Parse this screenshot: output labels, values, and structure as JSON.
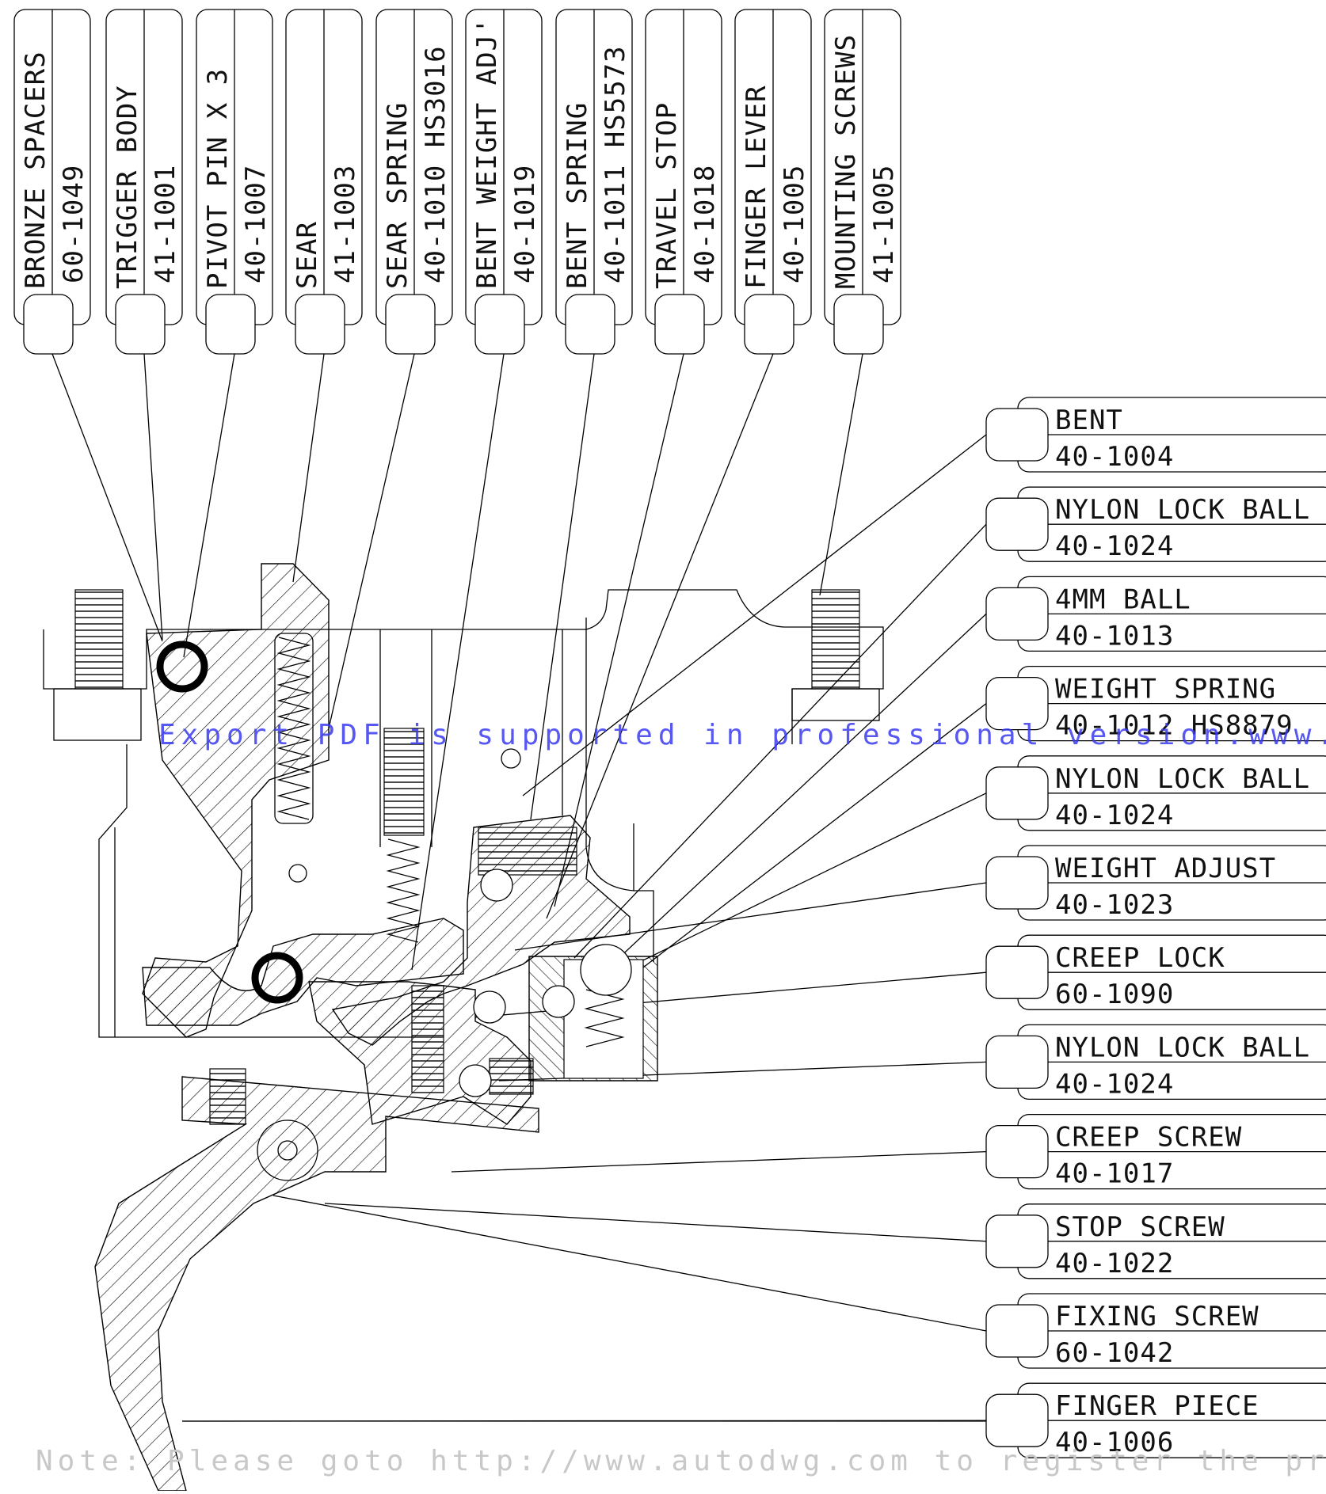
{
  "top_labels": [
    {
      "name": "BRONZE SPACERS",
      "part": "60-1049"
    },
    {
      "name": "TRIGGER BODY",
      "part": "41-1001"
    },
    {
      "name": "PIVOT PIN X 3",
      "part": "40-1007"
    },
    {
      "name": "SEAR",
      "part": "41-1003"
    },
    {
      "name": "SEAR SPRING",
      "part": "40-1010 HS3016"
    },
    {
      "name": "BENT WEIGHT ADJ'",
      "part": "40-1019"
    },
    {
      "name": "BENT SPRING",
      "part": "40-1011 HS5573"
    },
    {
      "name": "TRAVEL STOP",
      "part": "40-1018"
    },
    {
      "name": "FINGER LEVER",
      "part": "40-1005"
    },
    {
      "name": "MOUNTING SCREWS",
      "part": "41-1005"
    }
  ],
  "right_labels": [
    {
      "name": "BENT",
      "part": "40-1004"
    },
    {
      "name": "NYLON LOCK BALL",
      "part": "40-1024"
    },
    {
      "name": "4MM BALL",
      "part": "40-1013"
    },
    {
      "name": "WEIGHT SPRING",
      "part": "40-1012 HS8879"
    },
    {
      "name": "NYLON LOCK BALL",
      "part": "40-1024"
    },
    {
      "name": "WEIGHT ADJUST",
      "part": "40-1023"
    },
    {
      "name": "CREEP LOCK",
      "part": "60-1090"
    },
    {
      "name": "NYLON LOCK BALL",
      "part": "40-1024"
    },
    {
      "name": "CREEP SCREW",
      "part": "40-1017"
    },
    {
      "name": "STOP SCREW",
      "part": "40-1022"
    },
    {
      "name": "FIXING SCREW",
      "part": "60-1042"
    },
    {
      "name": "FINGER PIECE",
      "part": "40-1006"
    }
  ],
  "watermark": "Export PDF is supported in professional version.www.autodwg.com",
  "note": "Note: Please goto http://www.autodwg.com to register the program,",
  "colors": {
    "line": "#000000",
    "watermark": "#3a3af0",
    "note": "#c8c8c8",
    "background": "#ffffff"
  }
}
